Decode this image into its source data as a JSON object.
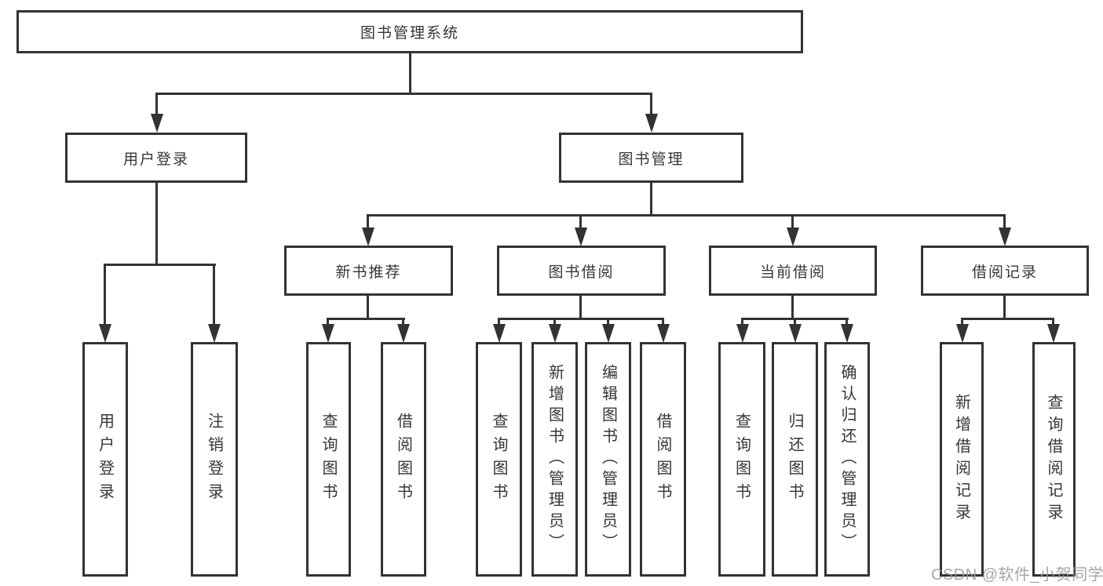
{
  "diagram": {
    "type": "functional-structure-tree",
    "colors": {
      "line": "#333333",
      "text": "#363636",
      "background": "#ffffff",
      "watermark": "#96969b"
    },
    "nodes": {
      "root": "图书管理系统",
      "user_login": "用户登录",
      "book_mgmt": "图书管理",
      "new_book_rec": "新书推荐",
      "book_borrow": "图书借阅",
      "current_borrow": "当前借阅",
      "borrow_record": "借阅记录",
      "leaf_user_login": "用户登录",
      "leaf_logout_login": "注销登录",
      "leaf_query_book_rec": "查询图书",
      "leaf_borrow_book_rec": "借阅图书",
      "leaf_query_book_borrow": "查询图书",
      "leaf_add_book_admin": "新增图书（管理员）",
      "leaf_edit_book_admin": "编辑图书（管理员）",
      "leaf_borrow_book_borrow": "借阅图书",
      "leaf_query_book_current": "查询图书",
      "leaf_return_book": "归还图书",
      "leaf_confirm_return_admin": "确认归还（管理员）",
      "leaf_add_borrow_record": "新增借阅记录",
      "leaf_query_borrow_record": "查询借阅记录"
    },
    "hierarchy": {
      "图书管理系统": {
        "用户登录": [
          "用户登录",
          "注销登录"
        ],
        "图书管理": {
          "新书推荐": [
            "查询图书",
            "借阅图书"
          ],
          "图书借阅": [
            "查询图书",
            "新增图书（管理员）",
            "编辑图书（管理员）",
            "借阅图书"
          ],
          "当前借阅": [
            "查询图书",
            "归还图书",
            "确认归还（管理员）"
          ],
          "借阅记录": [
            "新增借阅记录",
            "查询借阅记录"
          ]
        }
      }
    }
  },
  "watermark": {
    "text": "CSDN @软件_小贺同学"
  }
}
